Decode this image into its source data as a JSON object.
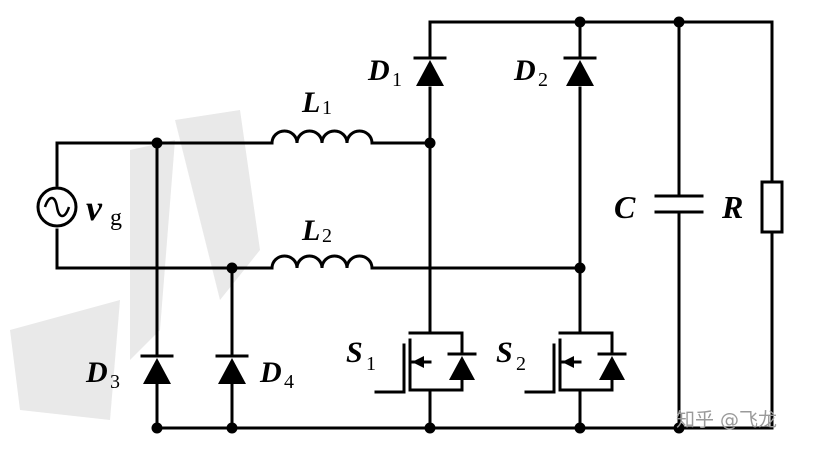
{
  "labels": {
    "source": "v",
    "source_sub": "g",
    "L1": "L",
    "L1_sub": "1",
    "L2": "L",
    "L2_sub": "2",
    "D1": "D",
    "D1_sub": "1",
    "D2": "D",
    "D2_sub": "2",
    "D3": "D",
    "D3_sub": "3",
    "D4": "D",
    "D4_sub": "4",
    "S1": "S",
    "S1_sub": "1",
    "S2": "S",
    "S2_sub": "2",
    "C": "C",
    "R": "R"
  },
  "watermark": "知乎 @飞龙"
}
